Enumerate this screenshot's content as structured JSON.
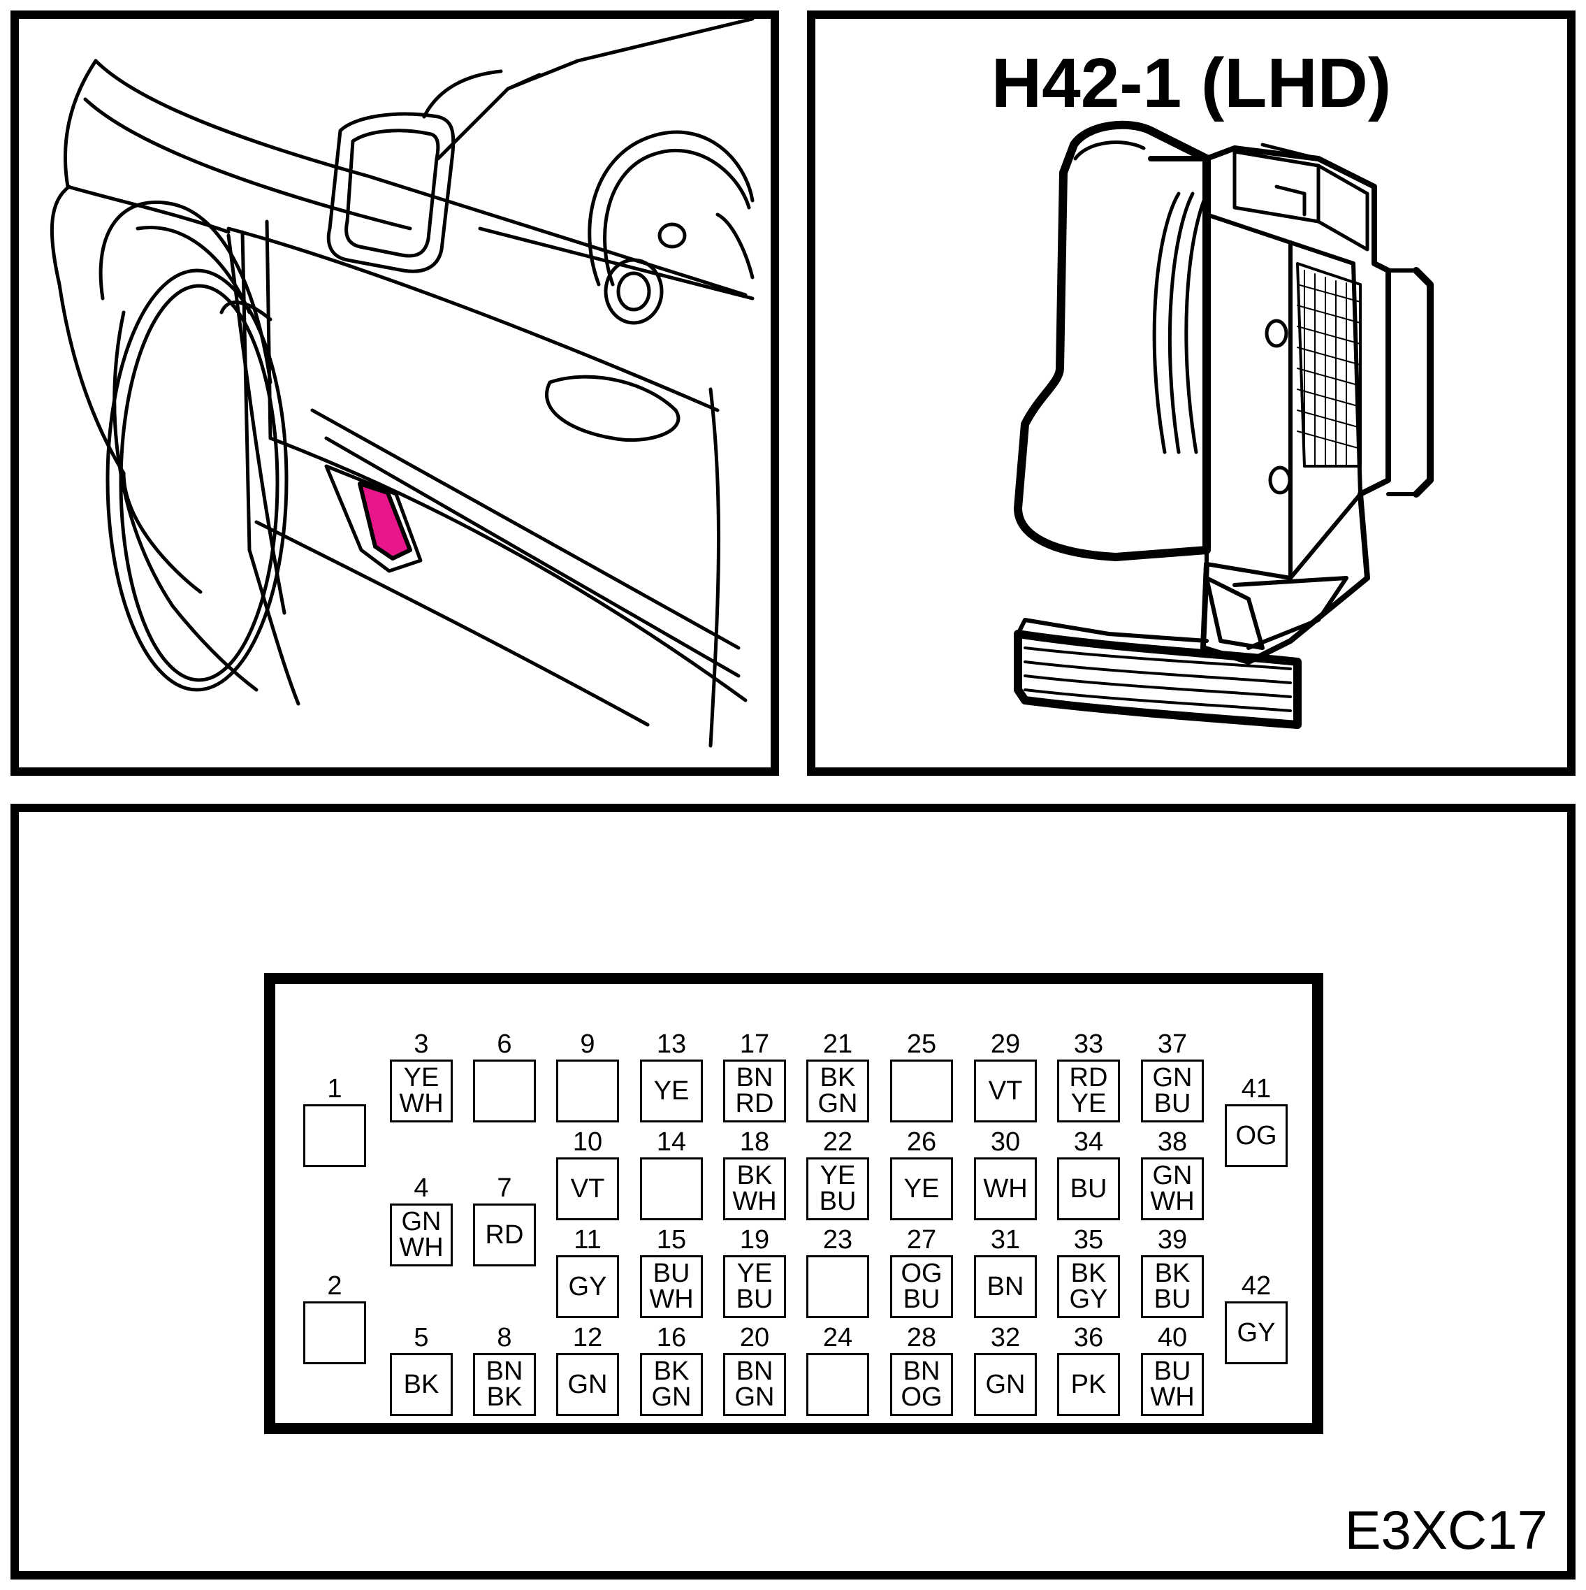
{
  "connector": {
    "title": "H42-1 (LHD)",
    "highlight_color": "#e8168a"
  },
  "figure_code": "E3XC17",
  "pins": [
    {
      "num": "1",
      "wire": []
    },
    {
      "num": "2",
      "wire": []
    },
    {
      "num": "3",
      "wire": [
        "YE",
        "WH"
      ]
    },
    {
      "num": "4",
      "wire": [
        "GN",
        "WH"
      ]
    },
    {
      "num": "5",
      "wire": [
        "BK"
      ]
    },
    {
      "num": "6",
      "wire": []
    },
    {
      "num": "7",
      "wire": [
        "RD"
      ]
    },
    {
      "num": "8",
      "wire": [
        "BN",
        "BK"
      ]
    },
    {
      "num": "9",
      "wire": []
    },
    {
      "num": "10",
      "wire": [
        "VT"
      ]
    },
    {
      "num": "11",
      "wire": [
        "GY"
      ]
    },
    {
      "num": "12",
      "wire": [
        "GN"
      ]
    },
    {
      "num": "13",
      "wire": [
        "YE"
      ]
    },
    {
      "num": "14",
      "wire": []
    },
    {
      "num": "15",
      "wire": [
        "BU",
        "WH"
      ]
    },
    {
      "num": "16",
      "wire": [
        "BK",
        "GN"
      ]
    },
    {
      "num": "17",
      "wire": [
        "BN",
        "RD"
      ]
    },
    {
      "num": "18",
      "wire": [
        "BK",
        "WH"
      ]
    },
    {
      "num": "19",
      "wire": [
        "YE",
        "BU"
      ]
    },
    {
      "num": "20",
      "wire": [
        "BN",
        "GN"
      ]
    },
    {
      "num": "21",
      "wire": [
        "BK",
        "GN"
      ]
    },
    {
      "num": "22",
      "wire": [
        "YE",
        "BU"
      ]
    },
    {
      "num": "23",
      "wire": []
    },
    {
      "num": "24",
      "wire": []
    },
    {
      "num": "25",
      "wire": []
    },
    {
      "num": "26",
      "wire": [
        "YE"
      ]
    },
    {
      "num": "27",
      "wire": [
        "OG",
        "BU"
      ]
    },
    {
      "num": "28",
      "wire": [
        "BN",
        "OG"
      ]
    },
    {
      "num": "29",
      "wire": [
        "VT"
      ]
    },
    {
      "num": "30",
      "wire": [
        "WH"
      ]
    },
    {
      "num": "31",
      "wire": [
        "BN"
      ]
    },
    {
      "num": "32",
      "wire": [
        "GN"
      ]
    },
    {
      "num": "33",
      "wire": [
        "RD",
        "YE"
      ]
    },
    {
      "num": "34",
      "wire": [
        "BU"
      ]
    },
    {
      "num": "35",
      "wire": [
        "BK",
        "GY"
      ]
    },
    {
      "num": "36",
      "wire": [
        "PK"
      ]
    },
    {
      "num": "37",
      "wire": [
        "GN",
        "BU"
      ]
    },
    {
      "num": "38",
      "wire": [
        "GN",
        "WH"
      ]
    },
    {
      "num": "39",
      "wire": [
        "BK",
        "BU"
      ]
    },
    {
      "num": "40",
      "wire": [
        "BU",
        "WH"
      ]
    },
    {
      "num": "41",
      "wire": [
        "OG"
      ]
    },
    {
      "num": "42",
      "wire": [
        "GY"
      ]
    }
  ]
}
